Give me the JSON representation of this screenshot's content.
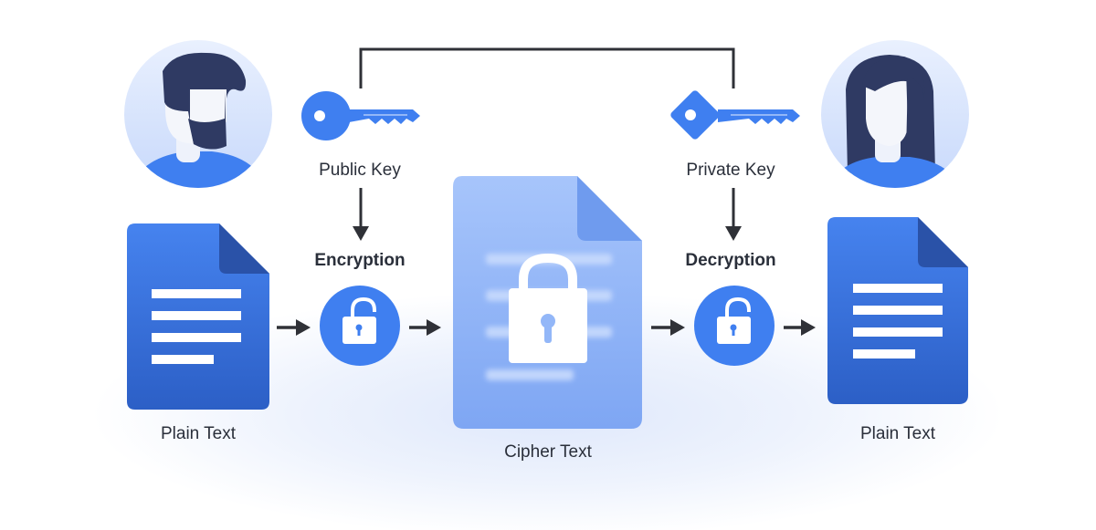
{
  "labels": {
    "public_key": "Public Key",
    "private_key": "Private Key",
    "encryption": "Encryption",
    "decryption": "Decryption",
    "plain_text_left": "Plain Text",
    "cipher_text": "Cipher Text",
    "plain_text_right": "Plain Text"
  },
  "colors": {
    "accent": "#3f7ff0",
    "doc_dark": "#2d62c8",
    "cipher_doc": "#93b7f8",
    "avatar_bg": "#d6e3fc",
    "line": "#2f3137"
  }
}
